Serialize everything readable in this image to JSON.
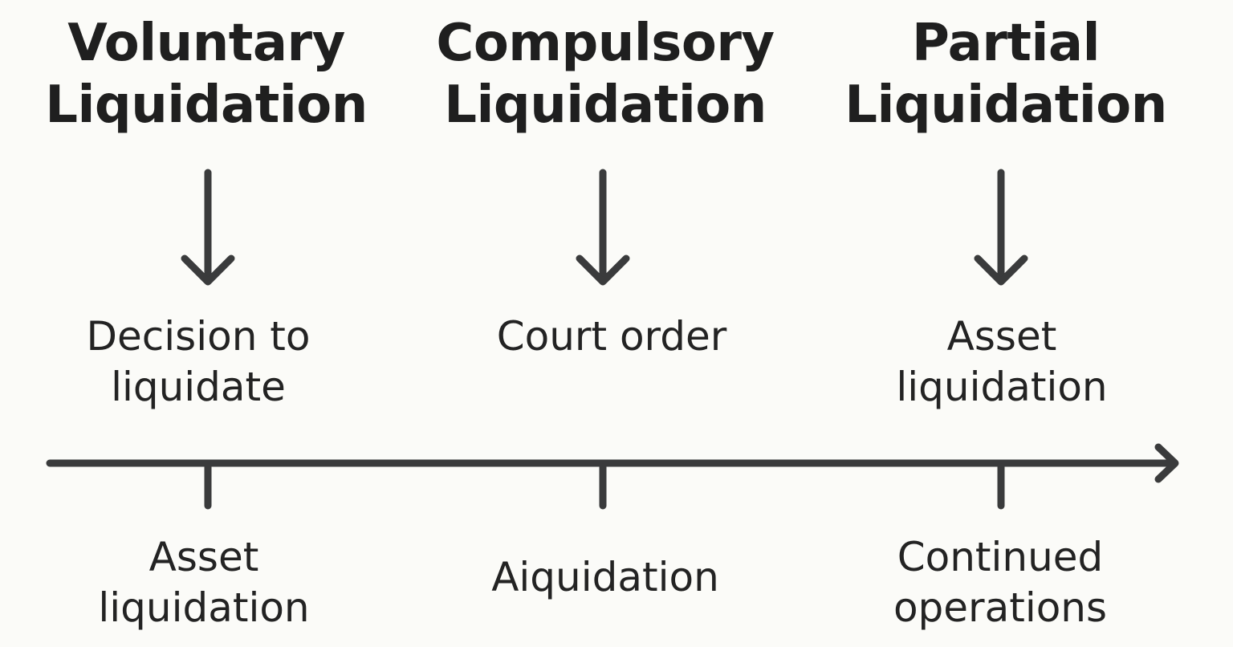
{
  "columns": [
    {
      "title_line1": "Voluntary",
      "title_line2": "Liquidation",
      "upper_line1": "Decision to",
      "upper_line2": "liquidate",
      "lower_line1": "Asset",
      "lower_line2": "liquidation"
    },
    {
      "title_line1": "Compulsory",
      "title_line2": "Liquidation",
      "upper_line1": "Court order",
      "upper_line2": "",
      "lower_line1": "Aiquidation",
      "lower_line2": ""
    },
    {
      "title_line1": "Partial",
      "title_line2": "Liquidation",
      "upper_line1": "Asset",
      "upper_line2": "liquidation",
      "lower_line1": "Continued",
      "lower_line2": "operations"
    }
  ],
  "colors": {
    "background": "#fbfbf8",
    "ink": "#3a3b3c",
    "text": "#232323"
  }
}
